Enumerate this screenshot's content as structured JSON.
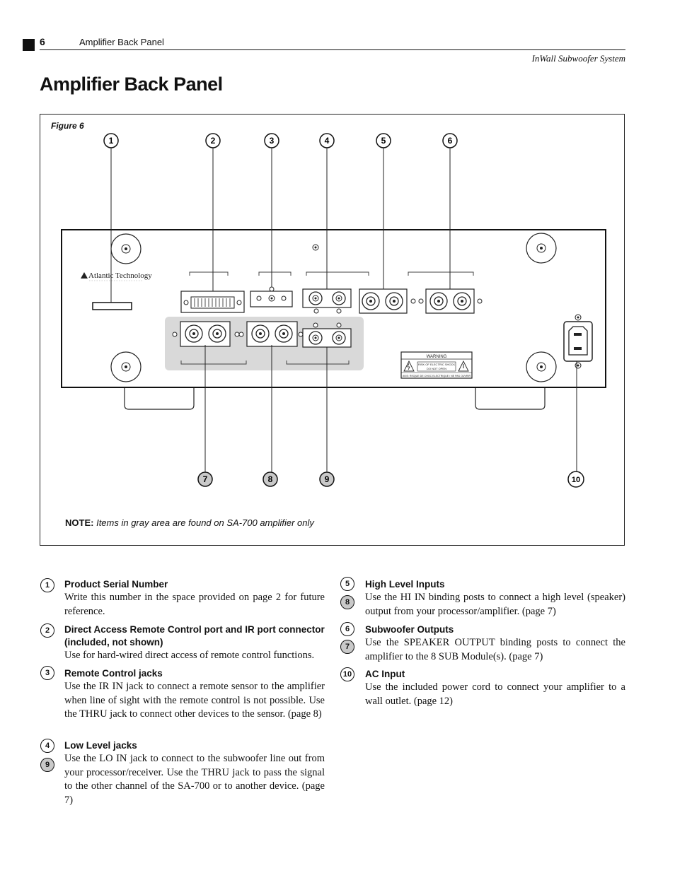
{
  "header": {
    "page_number": "6",
    "running_title": "Amplifier Back Panel",
    "book_title": "InWall Subwoofer System"
  },
  "page_title": "Amplifier Back Panel",
  "figure": {
    "label": "Figure 6",
    "callouts": [
      "1",
      "2",
      "3",
      "4",
      "5",
      "6",
      "7",
      "8",
      "9",
      "10"
    ],
    "brand_name": "Atlantic Technology",
    "warning": {
      "heading": "WARNING",
      "line1": "RISK OF ELECTRIC SHOCK",
      "line2": "DO NOT OPEN",
      "line3": "AVIS: RISQUE DE CHOC ELECTRIQUE / NE PAS OUVRIR"
    },
    "note_label": "NOTE:",
    "note_text": "Items in gray area are found on SA-700 amplifier only"
  },
  "items": [
    {
      "nums": [
        "1"
      ],
      "title": "Product Serial Number",
      "desc": "Write this number in the space provided on page 2 for future reference."
    },
    {
      "nums": [
        "2"
      ],
      "title": "Direct Access Remote Control port and IR port connector (included, not shown)",
      "desc": "Use for hard-wired direct access of remote control functions."
    },
    {
      "nums": [
        "3"
      ],
      "title": "Remote Control jacks",
      "desc": "Use the IR IN jack to connect a remote sensor to the amplifier when line of sight with the remote control is not possible. Use the THRU jack to connect other devices to the sensor. (page 8)"
    },
    {
      "nums": [
        "4",
        "9"
      ],
      "title": "Low Level jacks",
      "desc": "Use the LO IN jack to connect to the subwoofer line out from your processor/receiver. Use the THRU jack to pass the signal to the other channel of the SA-700 or to another device. (page 7)"
    },
    {
      "nums": [
        "5",
        "8"
      ],
      "title": "High Level Inputs",
      "desc": "Use the HI IN binding posts to connect a high level (speaker) output from your processor/amplifier. (page 7)"
    },
    {
      "nums": [
        "6",
        "7"
      ],
      "title": "Subwoofer Outputs",
      "desc": "Use the SPEAKER OUTPUT binding posts to connect the amplifier to the 8 SUB Module(s). (page 7)"
    },
    {
      "nums": [
        "10"
      ],
      "title": "AC Input",
      "desc": "Use the included power cord to connect your amplifier to a wall outlet. (page 12)"
    }
  ]
}
